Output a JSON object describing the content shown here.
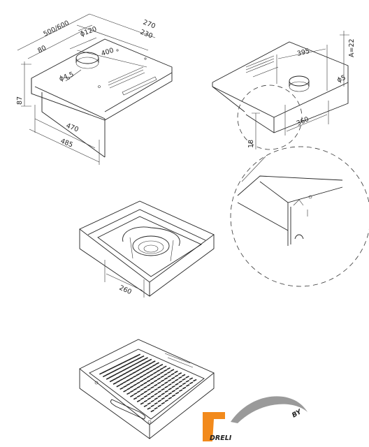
{
  "view1": {
    "dim_width": "500/600",
    "dim_depth": "270",
    "dim_230": "230",
    "dim_120": "ϕ120",
    "dim_80": "80",
    "dim_400": "400",
    "dim_45": "ϕ4,5",
    "dim_87": "87",
    "dim_470": "470",
    "dim_485": "485"
  },
  "view2": {
    "dim_395": "395",
    "dim_a22": "A=22",
    "dim_85": "ϕ5",
    "dim_360": "360",
    "dim_18": "18"
  },
  "view3": {
    "dim_260": "260"
  },
  "logo": {
    "text": "DRELI",
    "by": "BY",
    "color_orange": "#f28a1c",
    "color_gray": "#9a9a9a"
  }
}
